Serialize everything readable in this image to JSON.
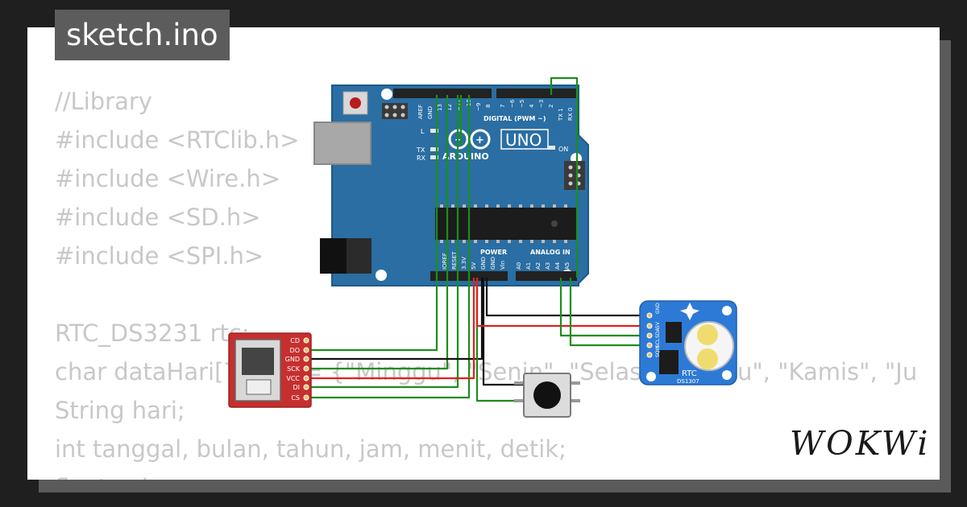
{
  "title": "sketch.ino",
  "code_lines": [
    "//Library",
    "#include <RTClib.h>",
    "#include <Wire.h>",
    "#include <SD.h>",
    "#include <SPI.h>",
    "",
    "RTC_DS3231 rtc;",
    "char dataHari[7][12] = {\"Minggu\", \"Senin\", \"Selasa\", \"Rabu\", \"Kamis\", \"Ju",
    "String hari;",
    "int tanggal, bulan, tahun, jam, menit, detik;",
    "float suhu;"
  ],
  "brand": "WOKWi",
  "arduino": {
    "logo_text": "ARDUINO",
    "model": "UNO",
    "digital_label": "DIGITAL (PWM ~)",
    "on_label": "ON",
    "led_l": "L",
    "led_tx": "TX",
    "led_rx": "RX",
    "top_pins": [
      "AREF",
      "GND",
      "13",
      "12",
      "~11",
      "~10",
      "~9",
      "8",
      "7",
      "~6",
      "~5",
      "4",
      "~3",
      "2",
      "TX 1",
      "RX 0"
    ],
    "power_label": "POWER",
    "analog_label": "ANALOG IN",
    "bottom_pins": [
      "IOREF",
      "RESET",
      "3.3V",
      "5V",
      "GND",
      "GND",
      "Vin",
      "A0",
      "A1",
      "A2",
      "A3",
      "A4",
      "A5"
    ]
  },
  "sd_module": {
    "pins": [
      "CD",
      "DO",
      "GND",
      "SCK",
      "VCC",
      "DI",
      "CS"
    ]
  },
  "rtc_module": {
    "label": "RTC",
    "chip": "DS1307",
    "pins": [
      "GND",
      "5V",
      "SDA",
      "SCL",
      "SQW"
    ]
  },
  "colors": {
    "wire_green": "#1a8f1a",
    "wire_red": "#e0201e",
    "wire_black": "#111111",
    "board_blue": "#2a6ea3",
    "rtc_blue": "#2d7ad6",
    "sd_red": "#c62f2f"
  }
}
